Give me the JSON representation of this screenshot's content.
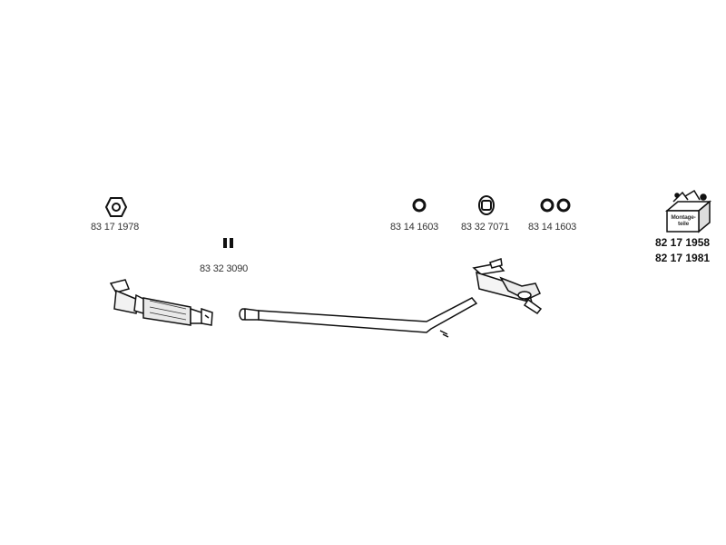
{
  "parts": {
    "flange_gasket": {
      "number": "83 17 1978",
      "icon": "triangular-gasket-icon"
    },
    "clamp_pair": {
      "number": "83 32 3090",
      "icon": "clamp-pair-icon"
    },
    "ring_single": {
      "number": "83 14 1603",
      "icon": "rubber-ring-icon"
    },
    "hanger": {
      "number": "83 32 7071",
      "icon": "rubber-hanger-icon"
    },
    "ring_double": {
      "number": "83 14 1603",
      "icon": "rubber-ring-pair-icon"
    }
  },
  "kit": {
    "box_label_line1": "Montage-",
    "box_label_line2": "teile",
    "number_1": "82 17 1958",
    "number_2": "82 17 1981",
    "icon": "mounting-kit-box-icon"
  },
  "assemblies": {
    "front": "catalytic-converter-front-pipe",
    "middle": "middle-pipe",
    "rear": "rear-silencer"
  }
}
